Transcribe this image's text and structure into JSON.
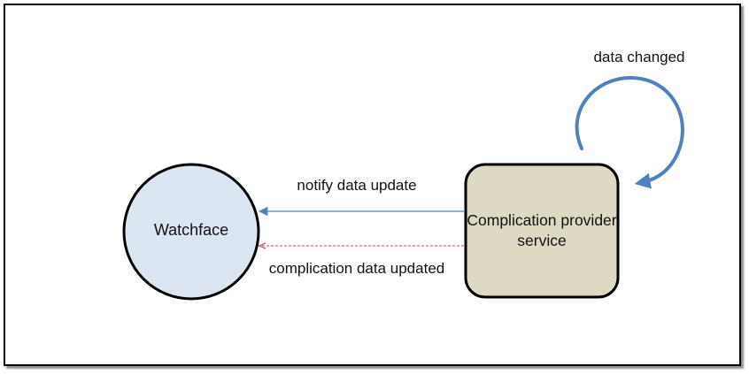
{
  "nodes": {
    "watchface": {
      "label": "Watchface"
    },
    "provider": {
      "label": "Complication provider service"
    }
  },
  "edges": {
    "notify": {
      "label": "notify data update"
    },
    "complication": {
      "label": "complication data updated"
    },
    "changed": {
      "label": "data changed"
    }
  },
  "colors": {
    "watchface_fill": "#dce6f2",
    "watchface_stroke": "#000000",
    "provider_fill": "#ddd9c3",
    "provider_stroke": "#000000",
    "notify_arrow": "#4f81bd",
    "complication_arrow": "#c0504d",
    "loop_arrow": "#4f81bd"
  }
}
